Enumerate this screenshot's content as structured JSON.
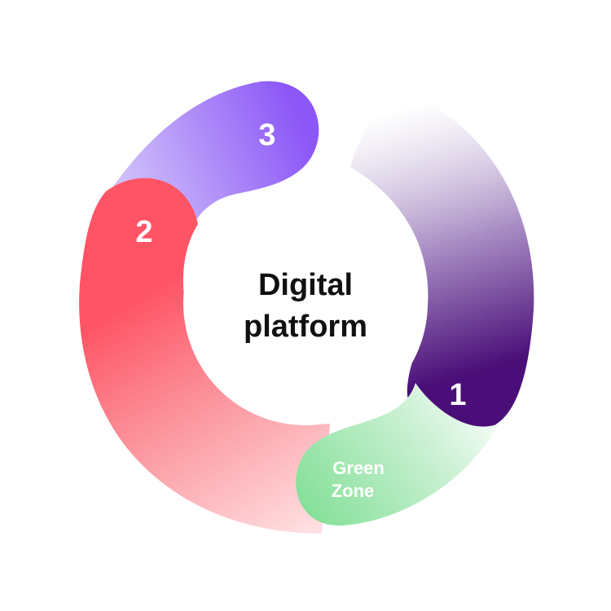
{
  "center": {
    "title_line1": "Digital",
    "title_line2": "platform"
  },
  "segments": [
    {
      "id": "segment-1",
      "label": "1",
      "colors": [
        "#F1ECF5",
        "#4A0E78"
      ]
    },
    {
      "id": "segment-green-zone",
      "label_line1": "Green",
      "label_line2": "Zone",
      "colors": [
        "#ECF8EF",
        "#8FE0A0"
      ]
    },
    {
      "id": "segment-2",
      "label": "2",
      "colors": [
        "#FBD3D6",
        "#FF5566"
      ]
    },
    {
      "id": "segment-3",
      "label": "3",
      "colors": [
        "#C9B7F8",
        "#8E5AF7"
      ]
    }
  ]
}
